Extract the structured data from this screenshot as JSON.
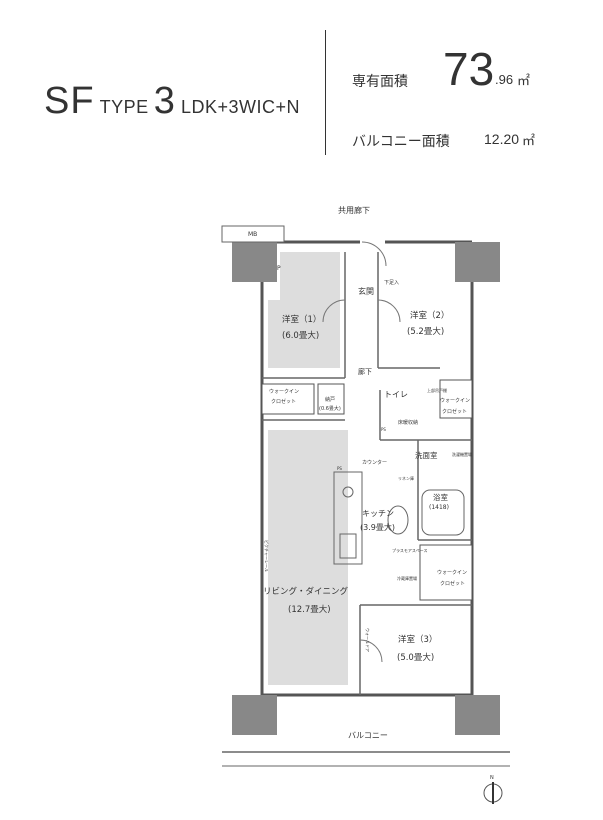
{
  "header": {
    "type_prefix": "SF",
    "type_word": "TYPE",
    "type_number": "3",
    "type_layout": "LDK+3WIC+N",
    "exclusive_area_label": "専有面積",
    "exclusive_area_int": "73",
    "exclusive_area_dec": ".96",
    "exclusive_area_unit": "㎡",
    "balcony_area_label": "バルコニー面積",
    "balcony_area_value": "12.20",
    "balcony_area_unit": "㎡"
  },
  "plan": {
    "common_corridor": "共用廊下",
    "mb": "MB",
    "p": "P",
    "entrance": "玄関",
    "shoe_box": "下足入",
    "room1_name": "洋室（1）",
    "room1_size": "(6.0畳大)",
    "room2_name": "洋室（2）",
    "room2_size": "(5.2畳大)",
    "hallway": "廊下",
    "wic_a1": "ウォークイン",
    "wic_a2": "クロゼット",
    "storage": "納戸",
    "storage_size": "(0.6畳大)",
    "toilet": "トイレ",
    "upper_cabinet": "上部吊戸棚",
    "wic_b1": "ウォークイン",
    "wic_b2": "クロゼット",
    "ps": "PS",
    "floor_storage": "床暖収納",
    "counter": "カウンター",
    "ps2": "PS",
    "washroom": "洗面室",
    "laundry": "洗濯機置場",
    "linen": "リネン庫",
    "kitchen": "キッチン",
    "kitchen_size": "(3.9畳大)",
    "bath": "浴室",
    "bath_size": "(1418)",
    "picture_rail": "ピクチャーレール",
    "plus_space": "プラスモアスペース",
    "fridge": "冷蔵庫置場",
    "wic_c1": "ウォークイン",
    "wic_c2": "クロゼット",
    "living_name": "リビング・ダイニング",
    "living_size": "(12.7畳大)",
    "room3_name": "洋室（3）",
    "room3_size": "(5.0畳大)",
    "wall_door": "ウォールドア",
    "balcony": "バルコニー",
    "north": "N"
  }
}
